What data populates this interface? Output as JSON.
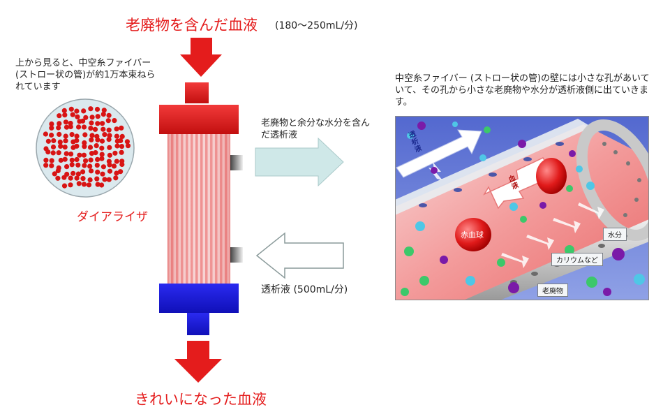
{
  "top_title": "老廃物を含んだ血液",
  "top_flow_rate": "(180〜250mL/分)",
  "bottom_title": "きれいになった血液",
  "cross_section_text": "上から見ると、中空糸ファイバー(ストロー状の管)が約1万本束ねられています",
  "dialyzer_label": "ダイアライザ",
  "outflow_text": "老廃物と余分な水分を含んだ透析液",
  "inflow_text": "透析液 (500mL/分)",
  "right_description": "中空糸ファイバー (ストロー状の管)の壁には小さな孔があいていて、その孔から小さな老廃物や水分が透析液側に出ていきます。",
  "illustration": {
    "dialysate_arrow_label": "透析液",
    "blood_arrow_label": "血液",
    "rbc_label": "赤血球",
    "water_label": "水分",
    "potassium_label": "カリウムなど",
    "waste_label": "老廃物"
  },
  "colors": {
    "blood_red": "#e41c1c",
    "dialysate_blue": "#1a1ad6",
    "outflow_arrow": "#c8e6e6",
    "inflow_arrow": "#ffffff",
    "fiber_stripe": "#f1a7a7"
  }
}
